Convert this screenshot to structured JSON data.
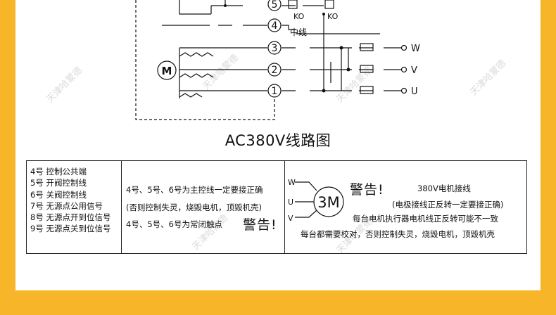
{
  "diagram": {
    "terminals": [
      "5",
      "4",
      "3",
      "2",
      "1"
    ],
    "relay_labels": [
      "KO",
      "KO"
    ],
    "neutral_label": "中线",
    "motor_label": "M",
    "phase_outputs": [
      "W",
      "V",
      "U"
    ],
    "caption": "AC380V线路图"
  },
  "table": {
    "signals": [
      "4号 控制公共端",
      "5号 开阀控制线",
      "6号 关阀控制线",
      "7号 无源点公用信号",
      "8号 无源点开到位信号",
      "9号 无源点关到位信号"
    ],
    "control_note_1": "4号、5号、6号为主控线一定要接正确",
    "control_note_2": "(否则控制失灵，烧毁电机，顶毁机壳)",
    "control_note_3": "4号、5号、6号为常闭触点",
    "warning_label": "警告!",
    "motor_symbol": "3M",
    "motor_leads": [
      "W",
      "U",
      "V"
    ],
    "motor_title": "380V电机接线",
    "motor_note_1": "(电极接线正反转一定要接正确)",
    "motor_note_2": "每台电机执行器电机线正反转可能不一致",
    "motor_note_3": "每台都需要校对，否则控制失灵，烧毁电机，顶毁机壳"
  },
  "watermark": "天津哈蒙德"
}
